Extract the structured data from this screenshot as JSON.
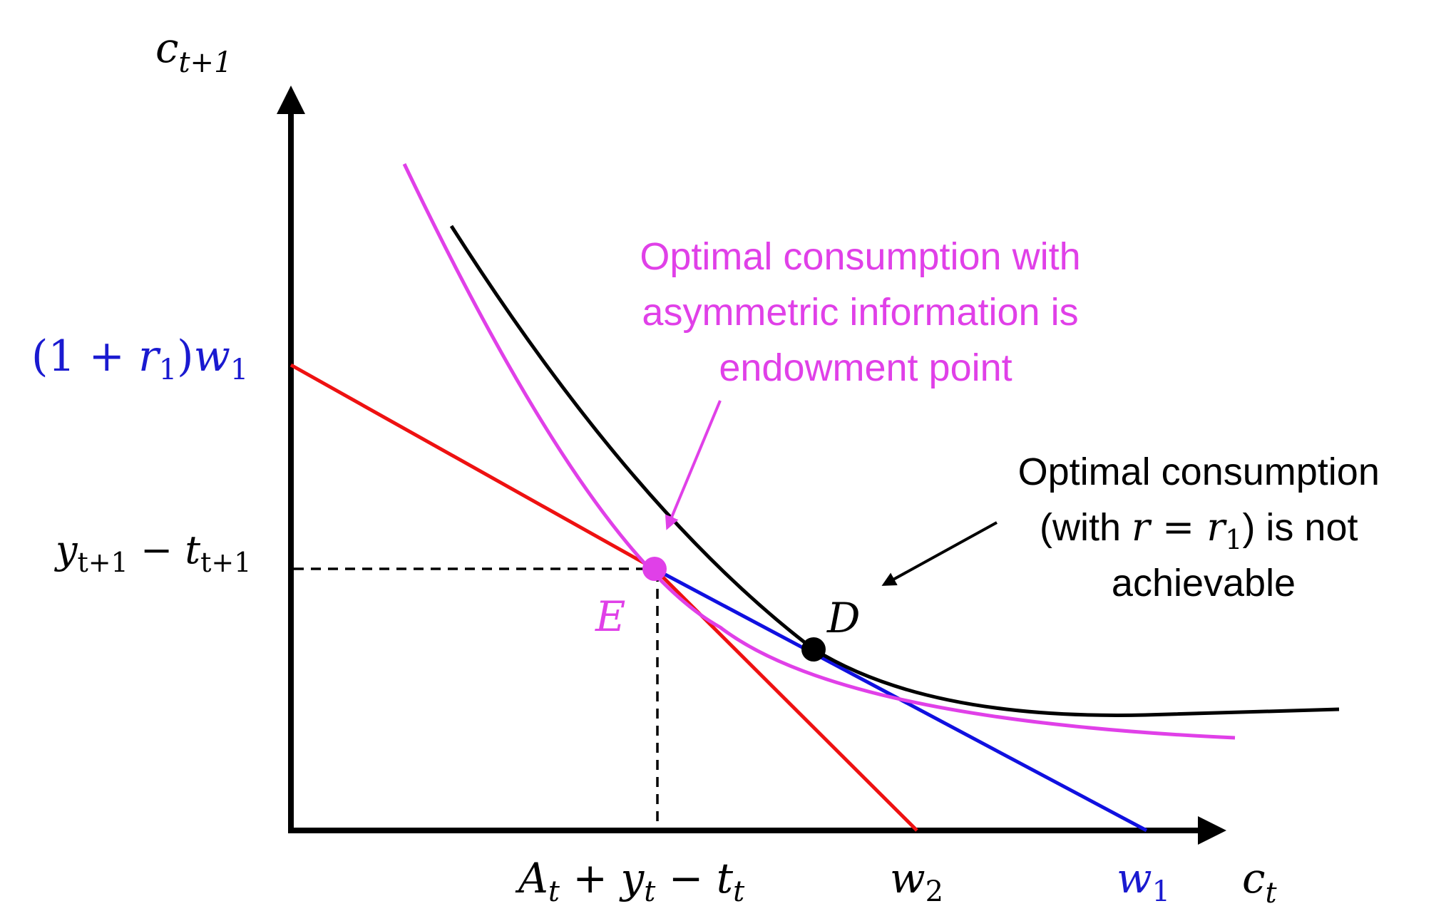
{
  "axes": {
    "y_label": {
      "base": "c",
      "sub": "t+1"
    },
    "x_label": {
      "base": "c",
      "sub": "t"
    }
  },
  "y_ticks": {
    "intercept": {
      "open": "(1 + ",
      "r": "r",
      "r_sub": "1",
      "close": ")",
      "w": "w",
      "w_sub": "1"
    },
    "endowment": {
      "y": "y",
      "y_sub": "t+1",
      "minus": " − ",
      "t": "t",
      "t_sub": "t+1"
    }
  },
  "x_ticks": {
    "endowment": {
      "A": "A",
      "A_sub": "t",
      "plus": " + ",
      "y": "y",
      "y_sub": "t",
      "minus": " − ",
      "t": "t",
      "t_sub": "t"
    },
    "w2": {
      "w": "w",
      "sub": "2"
    },
    "w1": {
      "w": "w",
      "sub": "1"
    }
  },
  "points": {
    "E": "E",
    "D": "D"
  },
  "annotations": {
    "asym": {
      "line1": "Optimal consumption with",
      "line2": "asymmetric information is",
      "line3": "endowment point"
    },
    "notachievable": {
      "line1": "Optimal consumption",
      "line2_pre": "(with ",
      "line2_r": "r",
      "line2_eq": "  = ",
      "line2_r1": "r",
      "line2_r1_sub": "1",
      "line2_post": ") is not",
      "line3": "achievable"
    }
  },
  "colors": {
    "axis": "#000000",
    "red_constraint": "#ee1111",
    "blue_constraint": "#1010e0",
    "indiff_magenta": "#e040e8",
    "indiff_black": "#000000",
    "label_blue": "#1a1ad0",
    "label_magenta": "#e040e8"
  }
}
